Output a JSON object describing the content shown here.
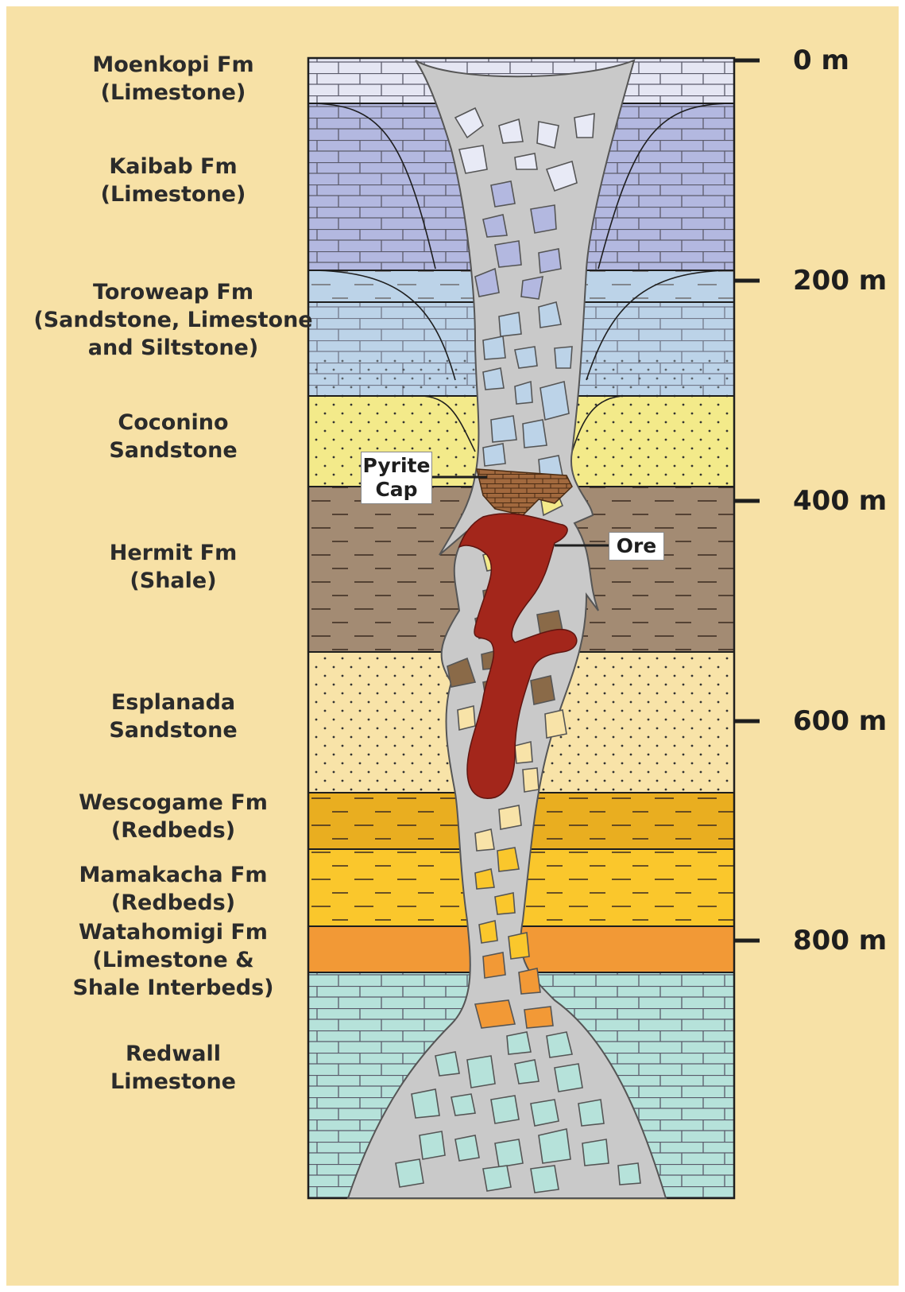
{
  "formations": [
    {
      "id": "moenkopi",
      "lines": [
        "Moenkopi Fm",
        "(Limestone)"
      ]
    },
    {
      "id": "kaibab",
      "lines": [
        "Kaibab Fm",
        "(Limestone)"
      ]
    },
    {
      "id": "toroweap",
      "lines": [
        "Toroweap Fm",
        "(Sandstone, Limestone",
        "and Siltstone)"
      ]
    },
    {
      "id": "coconino",
      "lines": [
        "Coconino",
        "Sandstone"
      ]
    },
    {
      "id": "hermit",
      "lines": [
        "Hermit Fm",
        "(Shale)"
      ]
    },
    {
      "id": "esplanada",
      "lines": [
        "Esplanada",
        "Sandstone"
      ]
    },
    {
      "id": "wescogame",
      "lines": [
        "Wescogame Fm",
        "(Redbeds)"
      ]
    },
    {
      "id": "mamakacha",
      "lines": [
        "Mamakacha Fm",
        "(Redbeds)"
      ]
    },
    {
      "id": "watahomigi",
      "lines": [
        "Watahomigi Fm",
        "(Limestone &",
        "Shale Interbeds)"
      ]
    },
    {
      "id": "redwall",
      "lines": [
        "Redwall",
        "Limestone"
      ]
    }
  ],
  "depth_scale": [
    "0 m",
    "200 m",
    "400 m",
    "600 m",
    "800 m"
  ],
  "callouts": {
    "pyrite_cap": [
      "Pyrite",
      "Cap"
    ],
    "ore": "Ore"
  },
  "colors": {
    "background": "#f7e1a6",
    "moenkopi": "#e5e6f3",
    "kaibab": "#b3b8e0",
    "toroweap": "#bcd3e8",
    "coconino": "#f3ea8a",
    "hermit": "#a38b73",
    "esplanada": "#f8e3a8",
    "wescogame": "#e9ae20",
    "mamakacha": "#fac72c",
    "watahomigi": "#f29936",
    "redwall": "#b6e2da",
    "pipe": "#c9c9c9",
    "ore": "#a3261b"
  }
}
